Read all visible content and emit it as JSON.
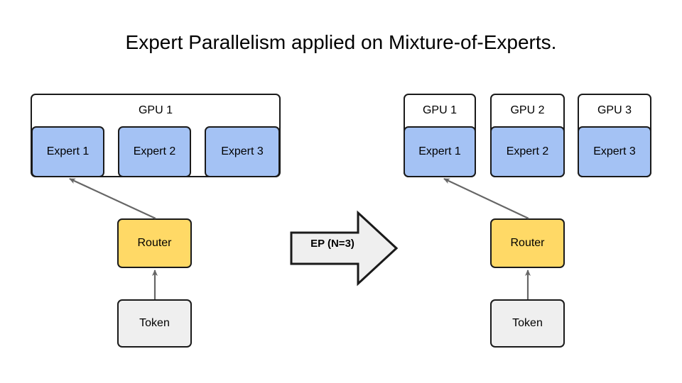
{
  "title": "Expert Parallelism applied on Mixture-of-Experts.",
  "colors": {
    "expert_fill": "#a4c2f4",
    "router_fill": "#ffd966",
    "token_fill": "#efefef",
    "gpu_fill": "#ffffff",
    "stroke": "#1a1a1a",
    "arrow": "#666666",
    "background": "#ffffff"
  },
  "left_panel": {
    "gpu_label": "GPU 1",
    "experts": [
      {
        "label": "Expert 1"
      },
      {
        "label": "Expert 2"
      },
      {
        "label": "Expert 3"
      }
    ],
    "router_label": "Router",
    "token_label": "Token"
  },
  "transform_arrow": {
    "label": "EP (N=3)"
  },
  "right_panel": {
    "gpus": [
      {
        "gpu_label": "GPU 1",
        "expert_label": "Expert 1"
      },
      {
        "gpu_label": "GPU 2",
        "expert_label": "Expert 2"
      },
      {
        "gpu_label": "GPU 3",
        "expert_label": "Expert 3"
      }
    ],
    "router_label": "Router",
    "token_label": "Token"
  }
}
